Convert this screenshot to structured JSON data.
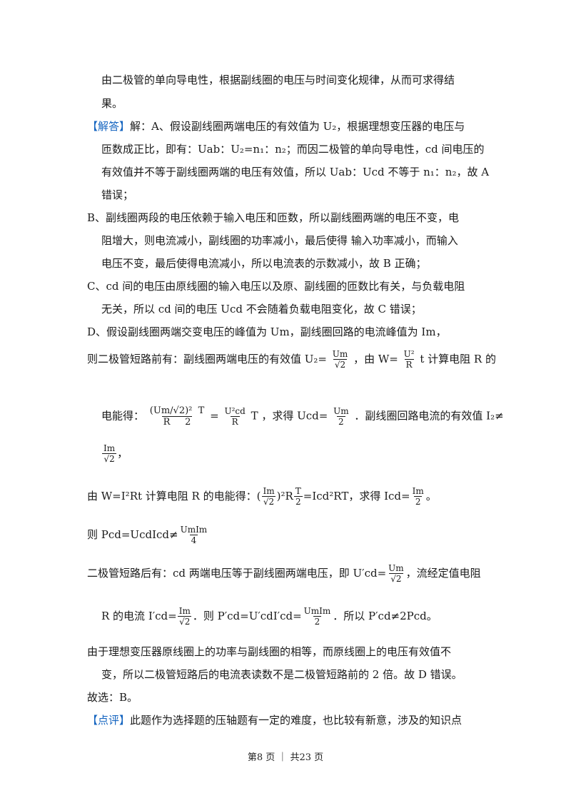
{
  "lines": {
    "l1": "由二极管的单向导电性，根据副线圈的电压与时间变化规律，从而可求得结",
    "l2": "果。",
    "ans_tag": "【解答】",
    "l3": "解：A、假设副线圈两端电压的有效值为 U₂，根据理想变压器的电压与",
    "l4": "匝数成正比，即有：Uab：U₂=n₁：n₂；而因二极管的单向导电性，cd 间电压的",
    "l5": "有效值并不等于副线圈两端的电压有效值，所以 Uab：Ucd 不等于 n₁：n₂，故 A",
    "l6": "错误；",
    "l7": "B、副线圈两段的电压依赖于输入电压和匝数，所以副线圈两端的电压不变，电",
    "l8": "阻增大，则电流减小，副线圈的功率减小，最后使得 输入功率减小，而输入",
    "l9": "电压不变，最后使得电流减小，所以电流表的示数减小，故 B 正确；",
    "l10": "C、cd 间的电压由原线圈的输入电压以及原、副线圈的匝数比有关，与负载电阻",
    "l11": "无关，所以 cd 间的电压 Ucd 不会随着负载电阻变化，故 C 错误；",
    "l12": "D、假设副线圈两端交变电压的峰值为 Um，副线圈回路的电流峰值为 Im，",
    "l13a": "则二极管短路前有：副线圈两端电压的有效值 U₂=",
    "l13b": "，由 W=",
    "l13c": "t 计算电阻 R 的",
    "l14a": "电能得：",
    "l14b": "，求得 Ucd=",
    "l14c": "．副线圈回路电流的有效值 I₂≠",
    "l15": "，",
    "l16a": "由 W=I²Rt 计算电阻 R 的电能得：(",
    "l16b": ")²R",
    "l16c": "=Icd²RT，求得 Icd=",
    "l16d": "。",
    "l17a": "则 Pcd=UcdIcd≠",
    "l18a": "二极管短路后有：cd 两端电压等于副线圈两端电压，即 U′cd=",
    "l18b": "，流经定值电阻",
    "l19a": "R 的电流 I′cd=",
    "l19b": "．则 P′cd=U′cdI′cd=",
    "l19c": "．所以 P′cd≠2Pcd。",
    "l20": "由于理想变压器原线圈上的功率与副线圈的相等，而原线圈上的电压有效值不",
    "l21": "变，所以二极管短路后的电流表读数不是二极管短路前的 2 倍。故 D 错误。",
    "l22": "故选：B。",
    "comment_tag": "【点评】",
    "l23": "此题作为选择题的压轴题有一定的难度，也比较有新意，涉及的知识点"
  },
  "math": {
    "um": "Um",
    "im": "Im",
    "sqrt2": "√2",
    "two": "2",
    "four": "4",
    "r": "R",
    "t": "T",
    "u2": "U²",
    "ucd2": "U²cd",
    "umim": "UmIm",
    "um_sq": "(Um/√2)²",
    "t_over": "T",
    "eq": "=",
    "t_tail": "T"
  },
  "footer": "第8 页 ｜ 共23 页"
}
